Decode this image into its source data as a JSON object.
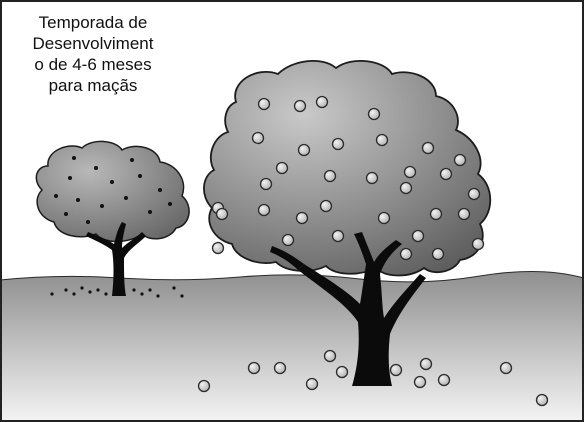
{
  "caption": {
    "lines": [
      "Temporada de",
      "Desenvolviment",
      "o de 4-6 meses",
      "para maçãs"
    ]
  },
  "illustration": {
    "subject": "apple trees with fruit on branches and on the ground",
    "colors": {
      "border": "#222222",
      "sky": "#ffffff",
      "ground_top": "#8f8f8f",
      "ground_bottom": "#f4f4f4",
      "canopy_light": "#c9c9c9",
      "canopy_dark": "#5e5e5e",
      "trunk": "#0b0b0b",
      "apple_fill": "#d9d9d9",
      "apple_stroke": "#2a2a2a"
    }
  }
}
